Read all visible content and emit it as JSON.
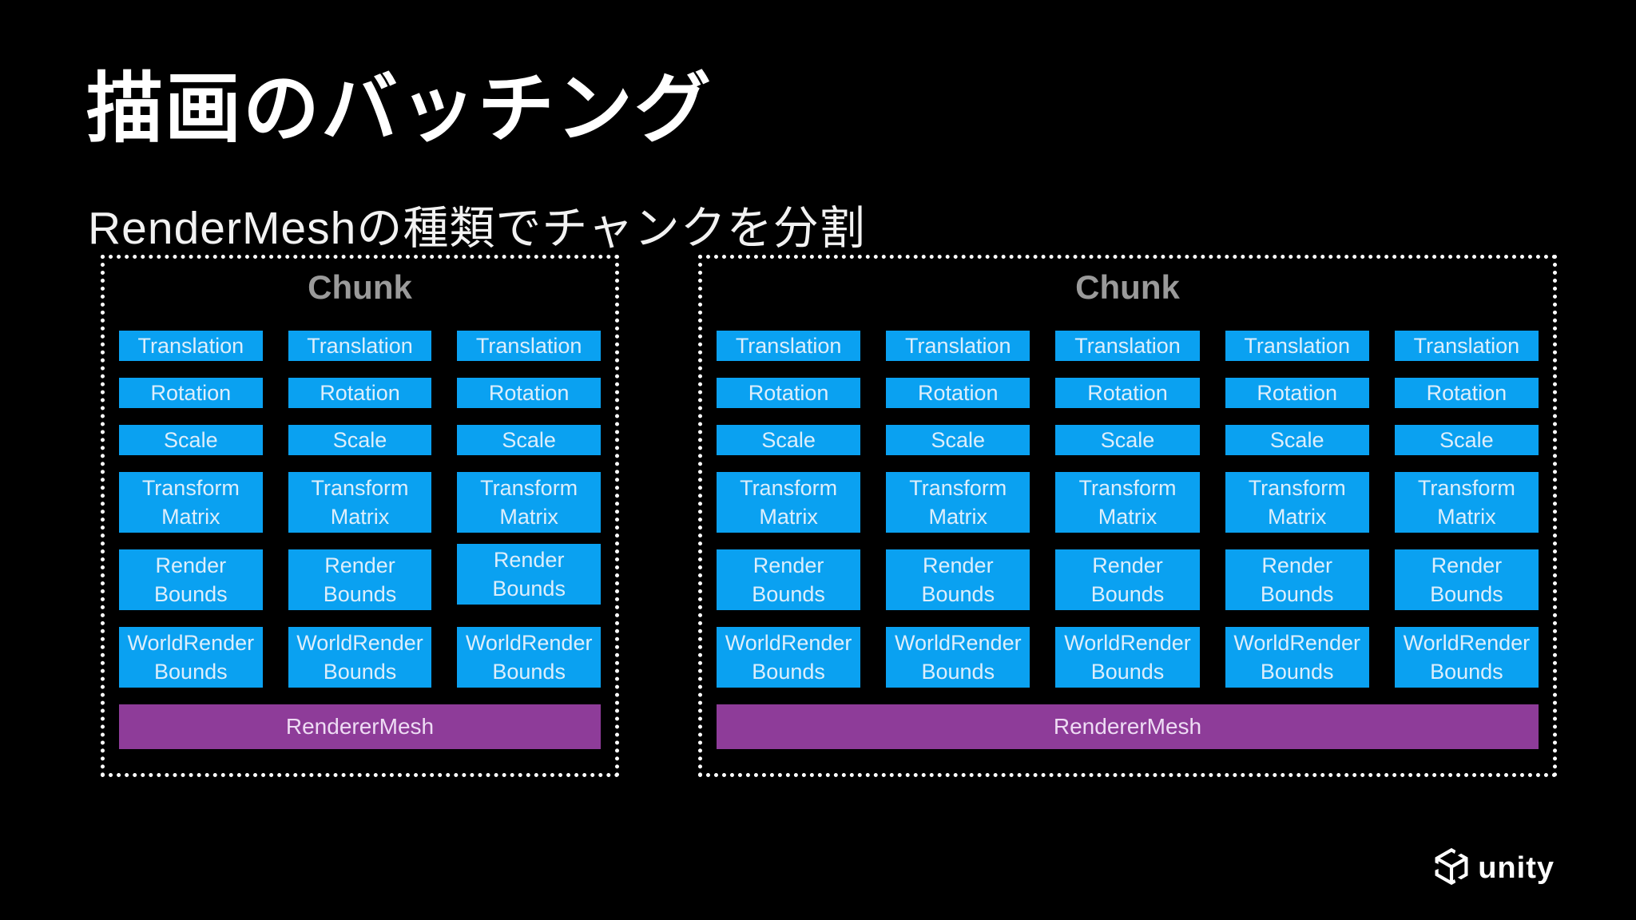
{
  "slide": {
    "title": "描画のバッチング",
    "subtitle": "RenderMeshの種類でチャンクを分割"
  },
  "colors": {
    "background": "#000000",
    "box_blue": "#0aa1f1",
    "bar_purple": "#8e3c99",
    "chunk_label_gray": "#9a9a9a",
    "box_text": "#ddeefb",
    "title_text": "#ffffff"
  },
  "chunks": [
    {
      "label": "Chunk",
      "columns": 3,
      "component_rows": [
        "Translation",
        "Rotation",
        "Scale",
        "Transform Matrix",
        "Render Bounds",
        "WorldRender Bounds"
      ],
      "shared_component": "RendererMesh"
    },
    {
      "label": "Chunk",
      "columns": 5,
      "component_rows": [
        "Translation",
        "Rotation",
        "Scale",
        "Transform Matrix",
        "Render Bounds",
        "WorldRender Bounds"
      ],
      "shared_component": "RendererMesh"
    }
  ],
  "footer": {
    "brand_icon": "unity-cube-icon",
    "brand_label": "unity"
  }
}
